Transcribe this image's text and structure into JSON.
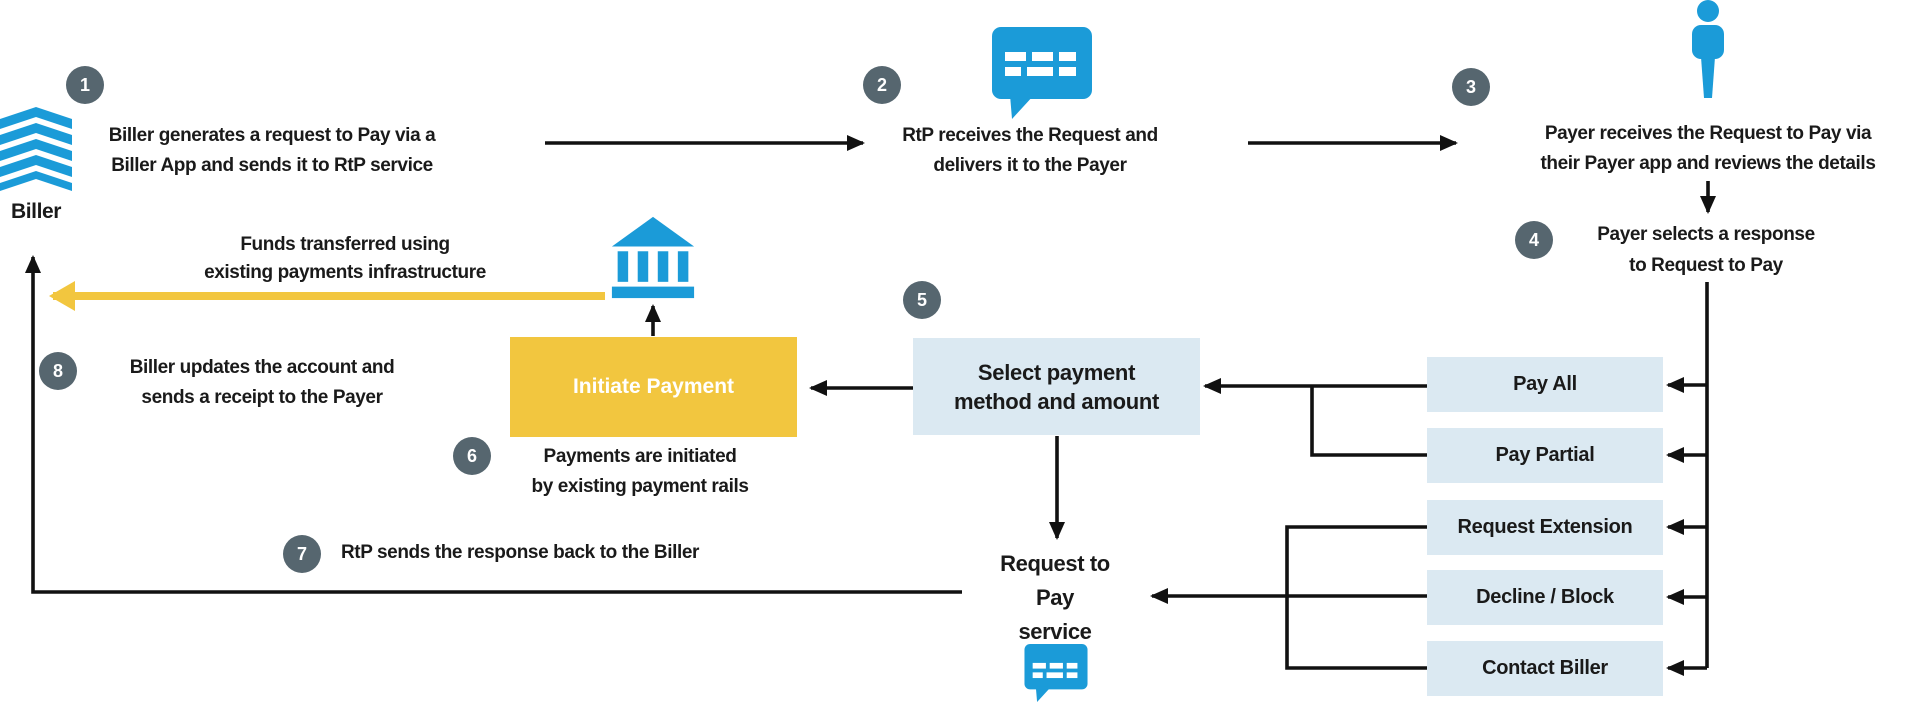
{
  "palette": {
    "brand_blue": "#1B9BD8",
    "badge_slate": "#56666F",
    "accent_yellow": "#F2C63F",
    "option_box_blue": "#DBE9F2",
    "line_black": "#111111",
    "text_black": "#1A1A1A"
  },
  "icons": {
    "biller": "layered-stack-icon",
    "rtp_message": "message-bubble-icon",
    "payer": "person-icon",
    "bank": "bank-building-icon",
    "rtp_service_message": "message-bubble-icon"
  },
  "biller": {
    "label": "Biller"
  },
  "steps": [
    {
      "num": "1",
      "text": "Biller generates a request to Pay via a\nBiller App and sends it to RtP service"
    },
    {
      "num": "2",
      "text": "RtP receives the Request and\ndelivers it to the Payer"
    },
    {
      "num": "3",
      "text": "Payer receives the Request to Pay via\ntheir Payer app and reviews the details"
    },
    {
      "num": "4",
      "text": "Payer selects a response\nto Request to Pay"
    },
    {
      "num": "5",
      "text": "Select payment\nmethod and amount"
    },
    {
      "num": "6",
      "text": "Payments are initiated\nby existing payment rails"
    },
    {
      "num": "7",
      "text": "RtP sends the response back to the Biller"
    },
    {
      "num": "8",
      "text": "Biller updates the account and\nsends a receipt to the Payer"
    }
  ],
  "flow_nodes": {
    "initiate_payment": "Initiate Payment",
    "rtp_service": "Request to\nPay\nservice",
    "funds_note": "Funds transferred using\nexisting payments infrastructure"
  },
  "response_options": [
    "Pay All",
    "Pay Partial",
    "Request Extension",
    "Decline / Block",
    "Contact Biller"
  ]
}
